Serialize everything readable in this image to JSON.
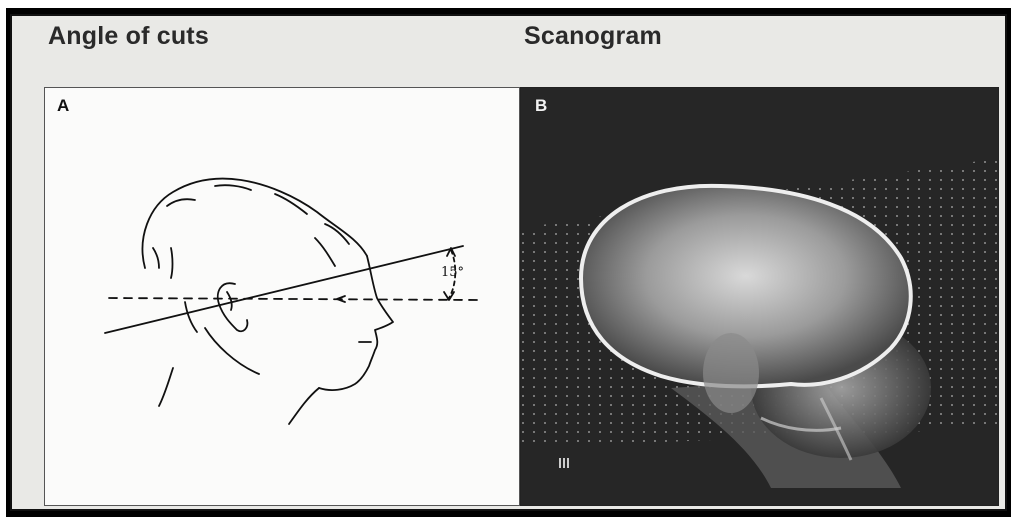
{
  "header": {
    "left_title": "Angle of cuts",
    "right_title": "Scanogram"
  },
  "panels": [
    {
      "label": "A",
      "angle_label": "15°"
    },
    {
      "label": "B"
    }
  ],
  "colors": {
    "frame": "#000000",
    "page": "#e9e9e6",
    "xray_background": "#262626"
  }
}
